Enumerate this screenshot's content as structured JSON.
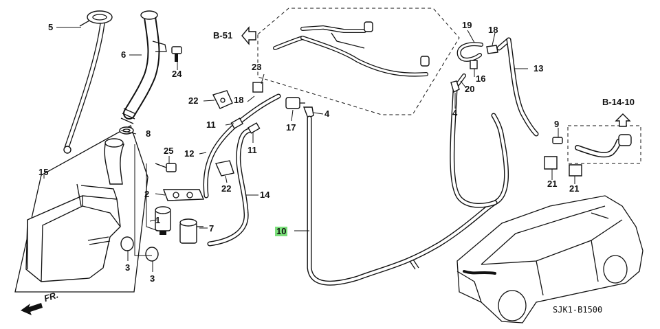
{
  "diagram": {
    "callouts": [
      {
        "id": "c1",
        "text": "1"
      },
      {
        "id": "c2",
        "text": "2"
      },
      {
        "id": "c3a",
        "text": "3"
      },
      {
        "id": "c3b",
        "text": "3"
      },
      {
        "id": "c4a",
        "text": "4"
      },
      {
        "id": "c4b",
        "text": "4"
      },
      {
        "id": "c5",
        "text": "5"
      },
      {
        "id": "c6",
        "text": "6"
      },
      {
        "id": "c7",
        "text": "7"
      },
      {
        "id": "c8",
        "text": "8"
      },
      {
        "id": "c9",
        "text": "9"
      },
      {
        "id": "c10",
        "text": "10",
        "highlighted": true
      },
      {
        "id": "c11a",
        "text": "11"
      },
      {
        "id": "c11b",
        "text": "11"
      },
      {
        "id": "c12",
        "text": "12"
      },
      {
        "id": "c13",
        "text": "13"
      },
      {
        "id": "c14",
        "text": "14"
      },
      {
        "id": "c15",
        "text": "15"
      },
      {
        "id": "c16",
        "text": "16"
      },
      {
        "id": "c17",
        "text": "17"
      },
      {
        "id": "c18a",
        "text": "18"
      },
      {
        "id": "c18b",
        "text": "18"
      },
      {
        "id": "c19",
        "text": "19"
      },
      {
        "id": "c20",
        "text": "20"
      },
      {
        "id": "c21a",
        "text": "21"
      },
      {
        "id": "c21b",
        "text": "21"
      },
      {
        "id": "c22a",
        "text": "22"
      },
      {
        "id": "c22b",
        "text": "22"
      },
      {
        "id": "c23",
        "text": "23"
      },
      {
        "id": "c24",
        "text": "24"
      },
      {
        "id": "c25",
        "text": "25"
      }
    ],
    "references": {
      "b51": "B-51",
      "b1410": "B-14-10",
      "front": "FR."
    },
    "drawing_code": "SJK1-B1500",
    "highlight_color": "#7be07b"
  }
}
